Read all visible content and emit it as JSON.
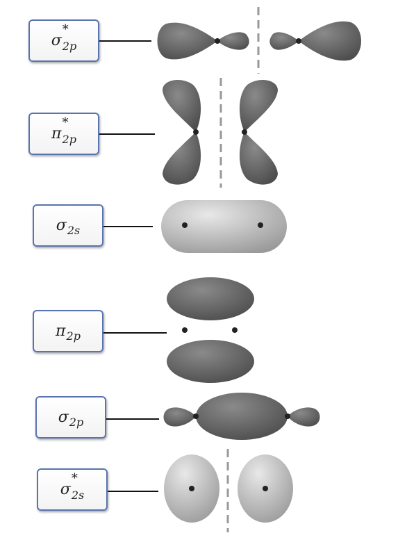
{
  "labels": [
    {
      "symbol": "σ",
      "subscript": "2p",
      "star": "*"
    },
    {
      "symbol": "π",
      "subscript": "2p",
      "star": "*"
    },
    {
      "symbol": "σ",
      "subscript": "2s",
      "star": ""
    },
    {
      "symbol": "π",
      "subscript": "2p",
      "star": ""
    },
    {
      "symbol": "σ",
      "subscript": "2p",
      "star": ""
    },
    {
      "symbol": "σ",
      "subscript": "2s",
      "star": "*"
    }
  ],
  "colors": {
    "p_orbital": "#6b6b6b",
    "s_orbital": "#b4b4b4",
    "node_line": "#999999",
    "box_border": "#5a74b0"
  }
}
